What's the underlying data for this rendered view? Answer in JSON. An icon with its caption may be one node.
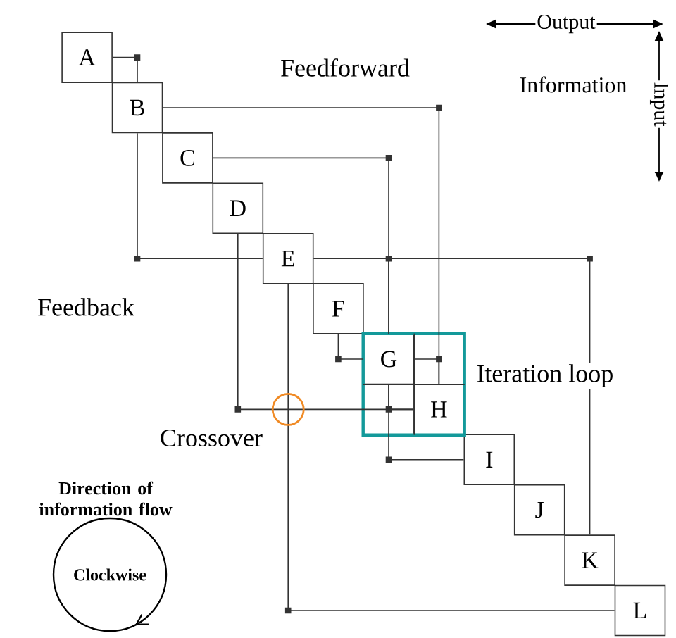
{
  "diagram": {
    "nodes": [
      {
        "text": [
          "A"
        ]
      },
      {
        "text": [
          "B"
        ]
      },
      {
        "text": [
          "C"
        ]
      },
      {
        "text": [
          "D"
        ]
      },
      {
        "text": [
          "E"
        ]
      },
      {
        "text": [
          "F"
        ]
      },
      {
        "text": [],
        "shape": "box",
        "beside": [
          "Iteration loop"
        ]
      },
      {
        "text": [
          "G"
        ],
        "in": 6
      },
      {
        "text": [
          "H"
        ],
        "in": 6
      },
      {
        "text": [
          "I"
        ]
      },
      {
        "text": [
          "J"
        ]
      },
      {
        "text": [
          "K"
        ]
      },
      {
        "text": [
          "L"
        ]
      },
      {
        "text": [
          "Direction of information flow",
          "Clockwise"
        ]
      }
    ],
    "edges": [
      {
        "from": 0,
        "to": 1,
        "arrow": "none"
      },
      {
        "from": 1,
        "to": 8,
        "arrow": "none"
      },
      {
        "from": 2,
        "to": 7,
        "arrow": "none"
      },
      {
        "from": 4,
        "to": 1,
        "arrow": "none"
      },
      {
        "from": 4,
        "to": 7,
        "arrow": "none"
      },
      {
        "from": 4,
        "to": 11,
        "arrow": "none"
      },
      {
        "from": 7,
        "to": 5,
        "arrow": "none"
      },
      {
        "from": 7,
        "to": 8,
        "arrow": "none"
      },
      {
        "from": 8,
        "to": 7,
        "arrow": "none"
      },
      {
        "from": 8,
        "to": 3,
        "arrow": "none"
      },
      {
        "from": 9,
        "to": 7,
        "arrow": "none"
      },
      {
        "from": 12,
        "to": 4,
        "arrow": "none"
      }
    ],
    "labels": [
      "Output",
      "Feedforward",
      "Information",
      "Input",
      "Feedback",
      "Crossover"
    ]
  }
}
